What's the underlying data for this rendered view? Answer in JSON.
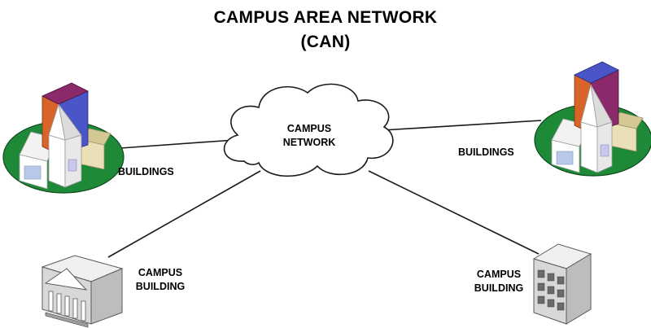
{
  "title": {
    "line1": "CAMPUS AREA NETWORK",
    "line2": "(CAN)"
  },
  "cloud": {
    "line1": "CAMPUS",
    "line2": "NETWORK"
  },
  "nodes": {
    "buildings_left": "BUILDINGS",
    "buildings_right": "BUILDINGS",
    "campus_building_left": {
      "line1": "CAMPUS",
      "line2": "BUILDING"
    },
    "campus_building_right": {
      "line1": "CAMPUS",
      "line2": "BUILDING"
    }
  },
  "colors": {
    "ground": "#1e8a38",
    "tower_orange": "#d9642a",
    "tower_blue": "#4a55c8",
    "tower_purple": "#8a2a6a",
    "link": "#1a1a1a"
  }
}
